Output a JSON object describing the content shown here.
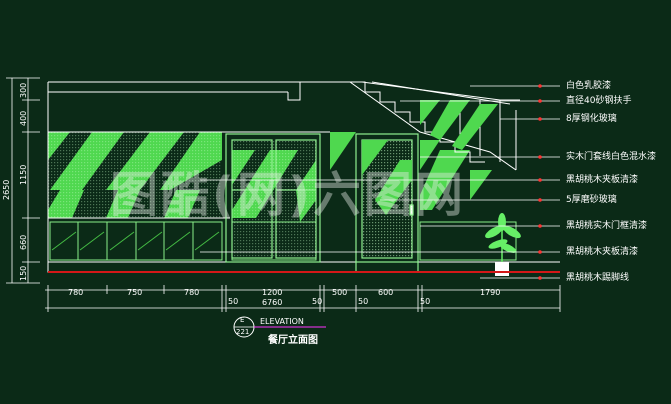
{
  "title": {
    "code_top": "E",
    "code_bottom": "221",
    "en": "ELEVATION",
    "zh": "餐厅立面图"
  },
  "watermark": "图酷(网)六图网",
  "callouts": [
    "白色乳胶漆",
    "直径40砂钢扶手",
    "8厚钢化玻璃",
    "实木门套线白色混水漆",
    "黑胡桃木夹板清漆",
    "5厚磨砂玻璃",
    "黑胡桃实木门框清漆",
    "黑胡桃木夹板清漆",
    "黑胡桃木踢脚线"
  ],
  "vertical_dims": {
    "total": "2650",
    "parts": [
      "300",
      "400",
      "1150",
      "660",
      "150"
    ]
  },
  "horizontal_dims": {
    "top_row": [
      "780",
      "750",
      "780",
      "1200",
      "500",
      "600",
      "1790"
    ],
    "bottom_row": [
      "50",
      "50",
      "50",
      "50"
    ],
    "total": "6760"
  },
  "colors": {
    "background": "#0b2a17",
    "lines": "#ffffff",
    "hatch": "#55e855",
    "frame": "#6dd66d",
    "baseboard": "#d41818",
    "callout_marker": "#ff3333"
  }
}
